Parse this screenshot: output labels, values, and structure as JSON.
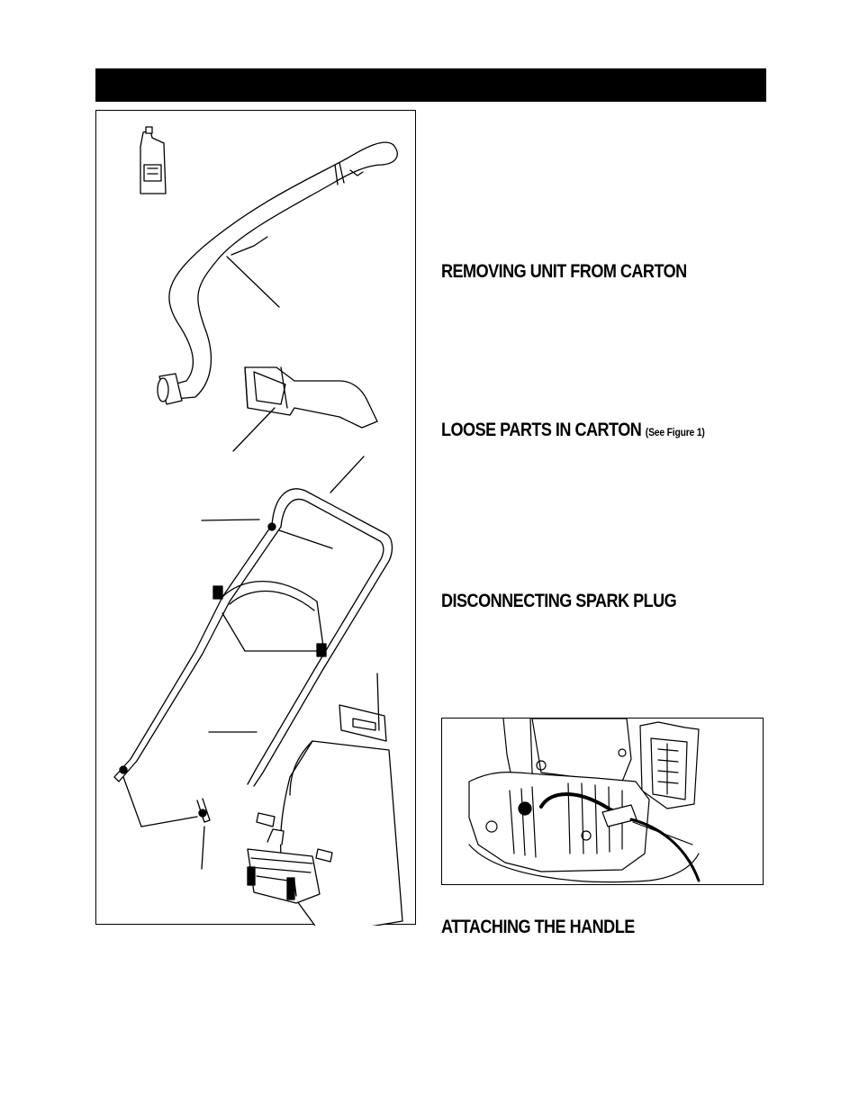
{
  "header_bar": {
    "color": "#000000"
  },
  "headings": {
    "removing_unit": "REMOVING UNIT FROM CARTON",
    "loose_parts": "LOOSE PARTS IN CARTON",
    "loose_parts_note": "(See Figure 1)",
    "disconnecting_plug": "DISCONNECTING SPARK PLUG",
    "attaching_handle": "ATTACHING THE HANDLE"
  },
  "figure_1": {
    "parts": [
      "oil-bottle-icon",
      "vacuum-hose-icon",
      "hose-adapter-icon",
      "handle-assembly-icon",
      "collection-bag-icon",
      "housing-nozzle-icon"
    ]
  },
  "figure_2": {
    "parts": [
      "engine-cylinder-icon",
      "spark-plug-wire-icon"
    ]
  }
}
